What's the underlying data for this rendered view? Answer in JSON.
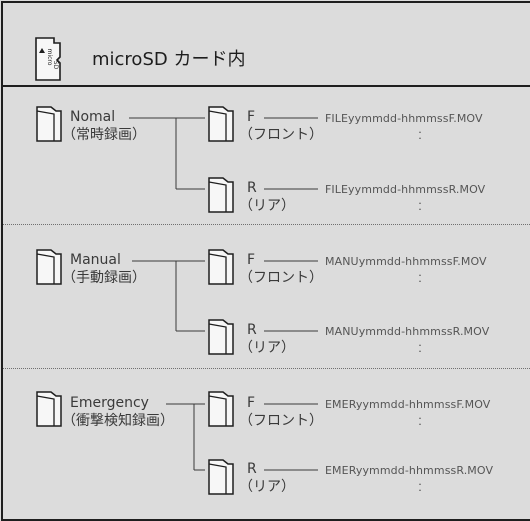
{
  "header": {
    "title": "microSD カード内",
    "sd_card_label_1": "micro",
    "sd_card_label_2": "SD",
    "sd_card_icon": "microsd-card-icon"
  },
  "folder_icon": "folder-icon",
  "groups": [
    {
      "name": "Nomal",
      "subtitle": "（常時録画）",
      "front": {
        "name": "F",
        "subtitle": "（フロント）",
        "file": "FILEyymmdd-hhmmssF.MOV"
      },
      "rear": {
        "name": "R",
        "subtitle": "（リア）",
        "file": "FILEyymmdd-hhmmssR.MOV"
      }
    },
    {
      "name": "Manual",
      "subtitle": "（手動録画）",
      "front": {
        "name": "F",
        "subtitle": "（フロント）",
        "file": "MANUymmdd-hhmmssF.MOV"
      },
      "rear": {
        "name": "R",
        "subtitle": "（リア）",
        "file": "MANUymmdd-hhmmssR.MOV"
      }
    },
    {
      "name": "Emergency",
      "subtitle": "（衝撃検知録画）",
      "front": {
        "name": "F",
        "subtitle": "（フロント）",
        "file": "EMERyymmdd-hhmmssF.MOV"
      },
      "rear": {
        "name": "R",
        "subtitle": "（リア）",
        "file": "EMERyymmdd-hhmmssR.MOV"
      }
    }
  ]
}
